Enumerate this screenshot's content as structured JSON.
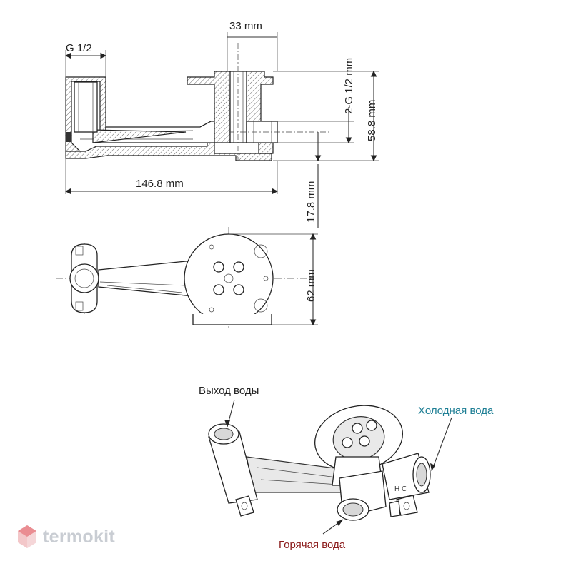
{
  "dimensions": {
    "top_width": "33 mm",
    "thread_left": "G 1/2",
    "thread_right": "2-G 1/2 mm",
    "height_total": "58.8 mm",
    "length": "146.8 mm",
    "depth": "17.8 mm",
    "plate_diameter": "62 mm"
  },
  "callouts": {
    "water_outlet": "Выход воды",
    "cold_water": "Холодная вода",
    "hot_water": "Горячая вода"
  },
  "callout_colors": {
    "water_outlet": "#222222",
    "cold_water": "#1f7f95",
    "hot_water": "#8b1a1a"
  },
  "brand": {
    "name": "termokit",
    "logo_icon": "termokit-hexagon-logo-icon"
  }
}
